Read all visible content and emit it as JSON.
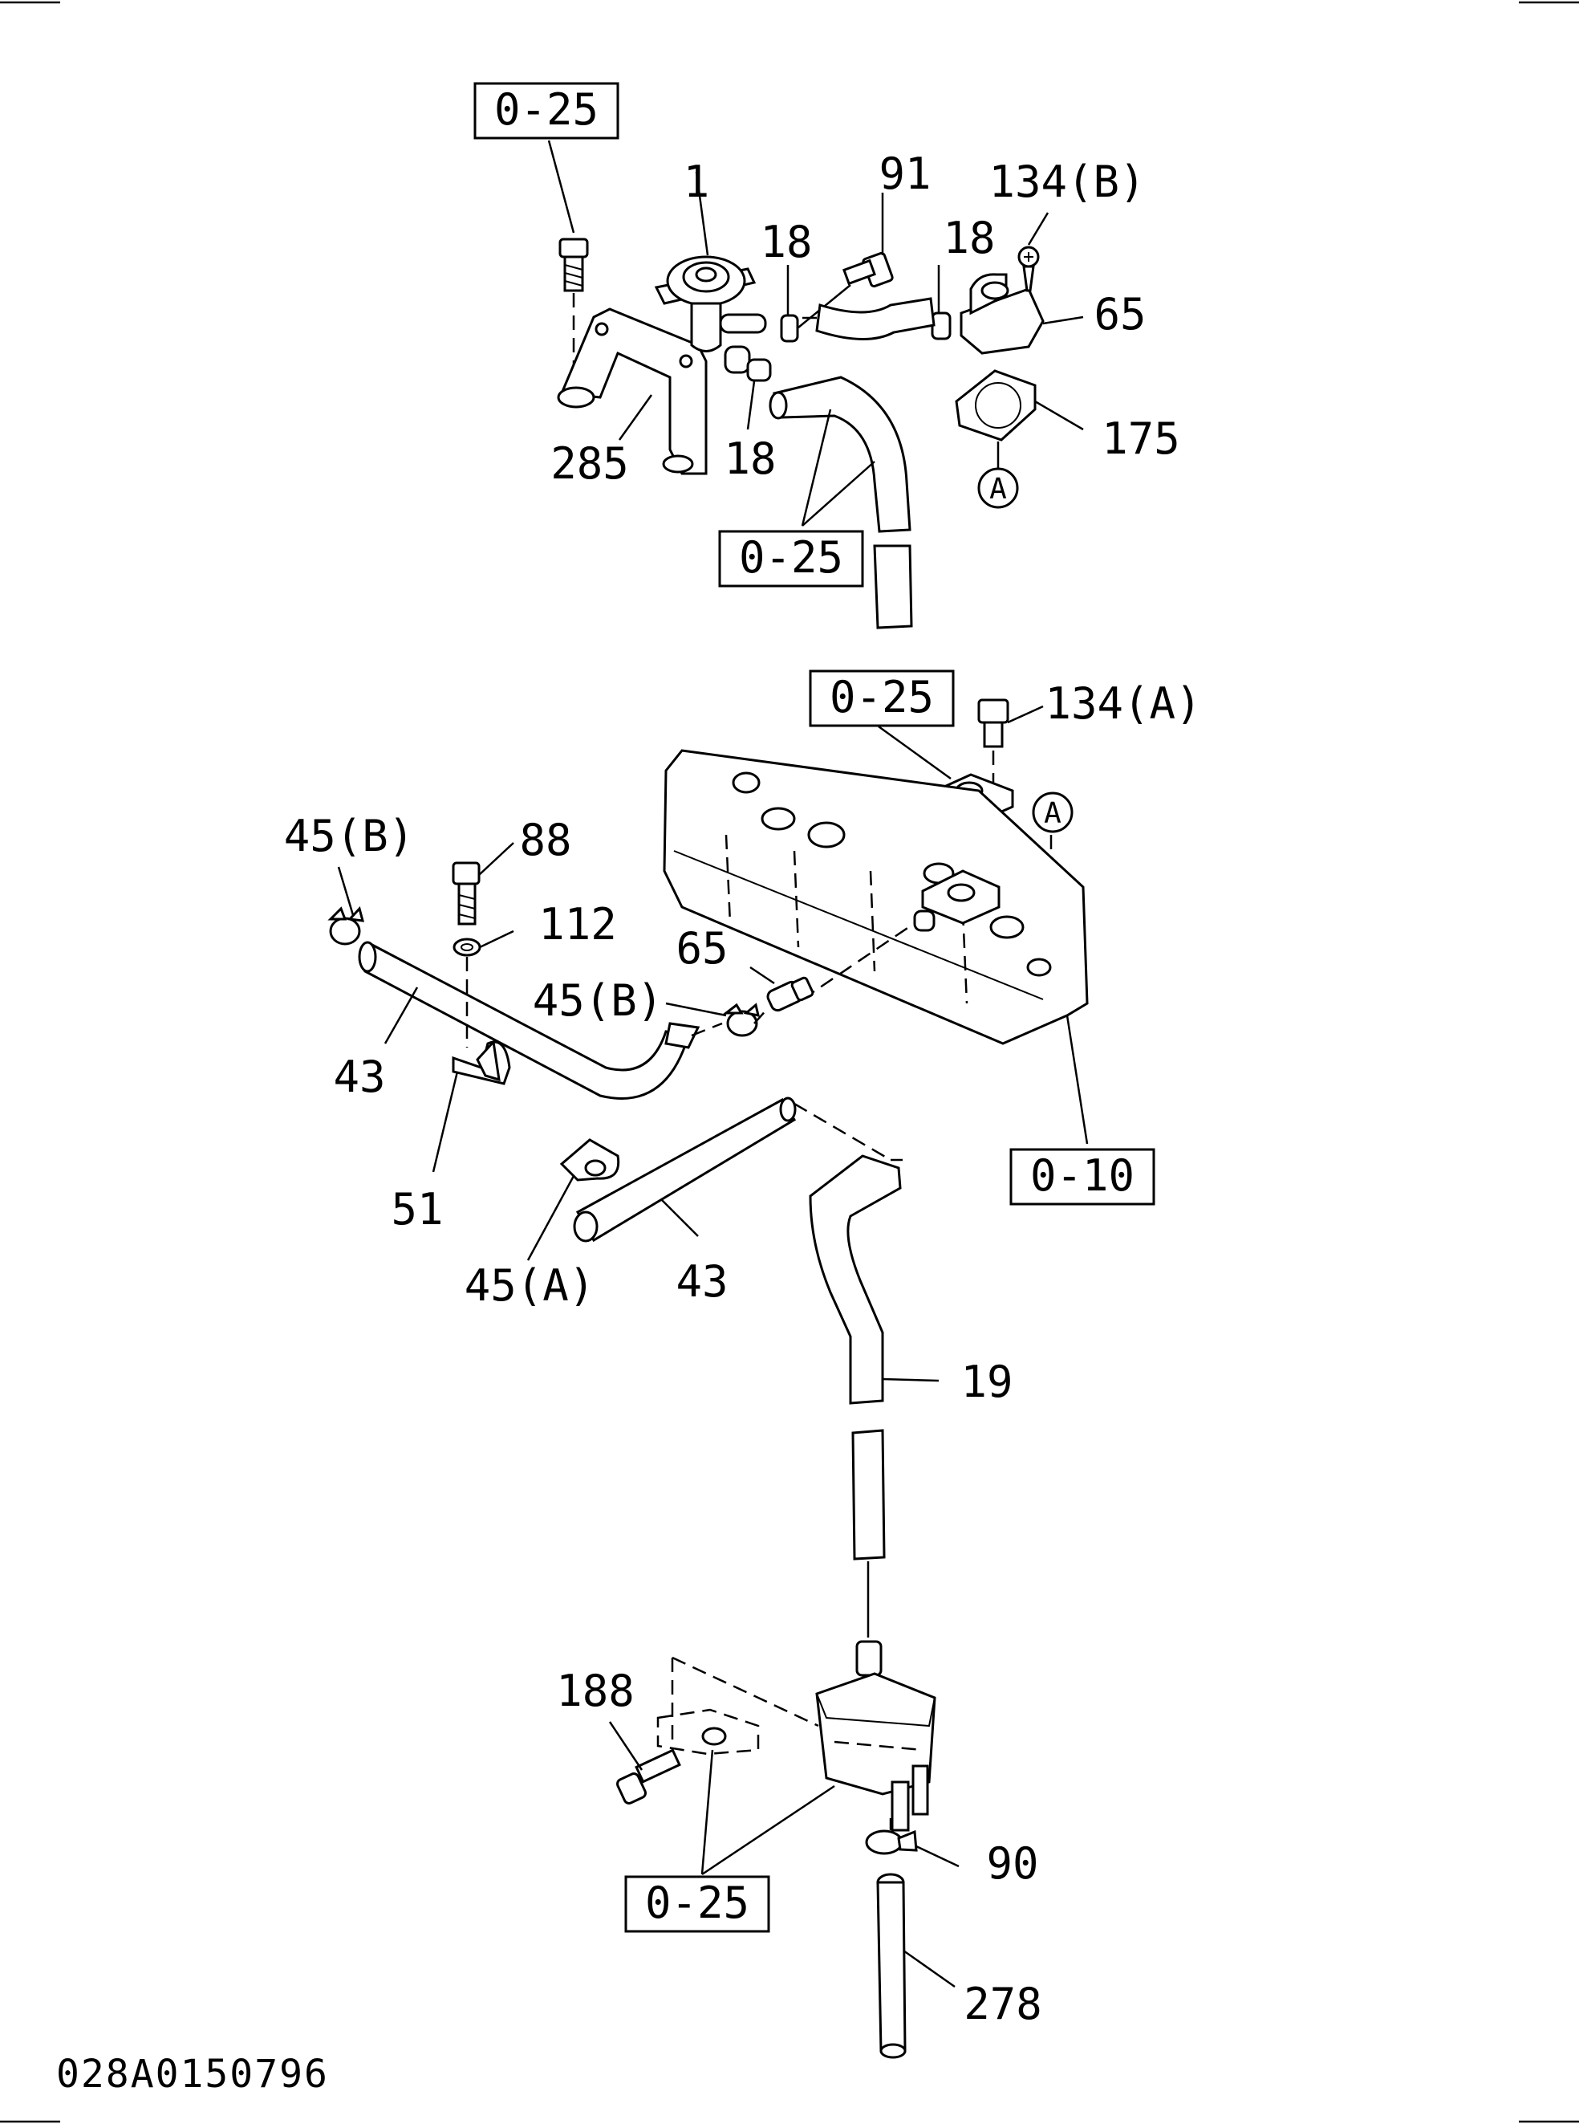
{
  "diagram": {
    "drawing_code": "028A0150796",
    "ref_boxes": [
      "0-25",
      "0-25",
      "0-25",
      "0-10",
      "0-25"
    ],
    "callouts": {
      "part_1": "1",
      "part_91": "91",
      "part_134b": "134(B)",
      "part_18_a": "18",
      "part_18_b": "18",
      "part_18_c": "18",
      "part_65_top": "65",
      "part_175": "175",
      "part_285": "285",
      "circle_a_top": "A",
      "part_134a": "134(A)",
      "circle_a_mid": "A",
      "part_45b_left": "45(B)",
      "part_88": "88",
      "part_112": "112",
      "part_65_mid": "65",
      "part_45b_mid": "45(B)",
      "part_43_left": "43",
      "part_51": "51",
      "part_45a": "45(A)",
      "part_43_right": "43",
      "part_19": "19",
      "part_188": "188",
      "part_90": "90",
      "part_278": "278"
    }
  }
}
